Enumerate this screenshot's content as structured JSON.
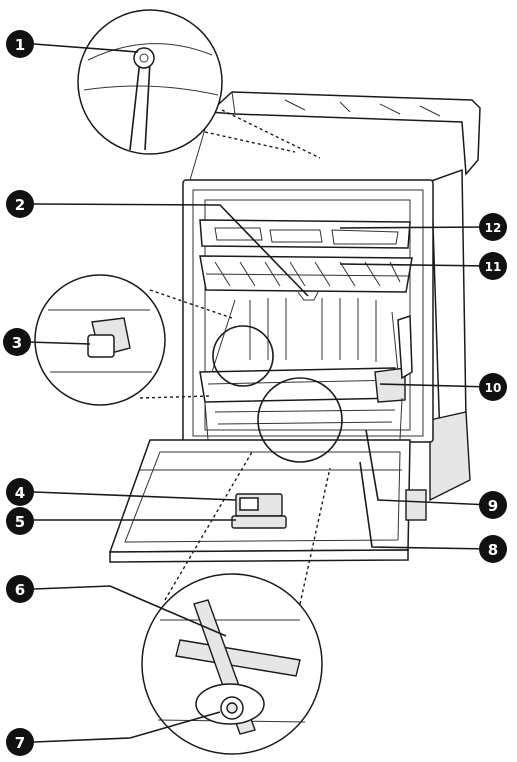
{
  "callouts": [
    {
      "id": "c1",
      "label": "1"
    },
    {
      "id": "c2",
      "label": "2"
    },
    {
      "id": "c3",
      "label": "3"
    },
    {
      "id": "c4",
      "label": "4"
    },
    {
      "id": "c5",
      "label": "5"
    },
    {
      "id": "c6",
      "label": "6"
    },
    {
      "id": "c7",
      "label": "7"
    },
    {
      "id": "c8",
      "label": "8"
    },
    {
      "id": "c9",
      "label": "9"
    },
    {
      "id": "c10",
      "label": "10"
    },
    {
      "id": "c11",
      "label": "11"
    },
    {
      "id": "c12",
      "label": "12"
    }
  ],
  "colors": {
    "badge": "#111111",
    "line": "#1a1a1a"
  }
}
